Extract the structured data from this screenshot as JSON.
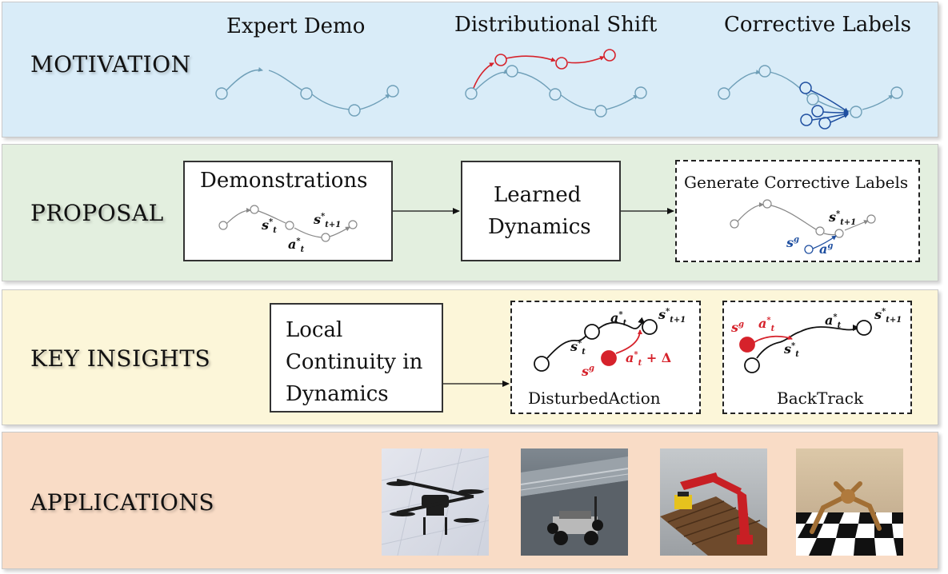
{
  "rows": {
    "motivation": {
      "label": "MOTIVATION",
      "panels": [
        "Expert Demo",
        "Distributional Shift",
        "Corrective Labels"
      ]
    },
    "proposal": {
      "label": "PROPOSAL",
      "demonstrations": "Demonstrations",
      "learned_line1": "Learned",
      "learned_line2": "Dynamics",
      "generate": "Generate Corrective Labels"
    },
    "insights": {
      "label": "KEY INSIGHTS",
      "line1": "Local",
      "line2": "Continuity in",
      "line3": "Dynamics",
      "disturbed": "DisturbedAction",
      "backtrack": "BackTrack"
    },
    "applications": {
      "label": "APPLICATIONS",
      "thumbnails": [
        "drone-icon",
        "racecar-icon",
        "robot-arm-icon",
        "ant-robot-icon"
      ]
    }
  },
  "math": {
    "s_t": "s",
    "s_next": "s",
    "a_t": "a",
    "s_g": "s",
    "a_g": "a",
    "a_plus_delta": "+ Δ"
  },
  "colors": {
    "trajectory": "#6f9fb8",
    "shift": "#d6222b",
    "corrective": "#1f4fa0",
    "dark": "#111111"
  }
}
